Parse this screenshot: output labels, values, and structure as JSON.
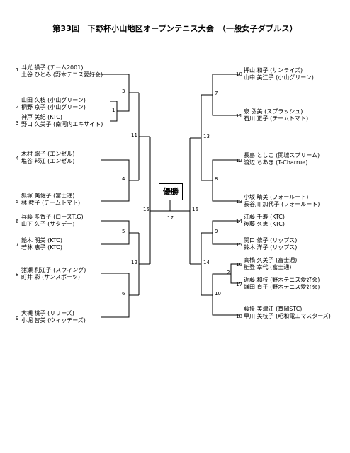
{
  "title": "第33回　下野杯小山地区オープンテニス大会　（一般女子ダブルス）",
  "champion_label": "優勝",
  "left": [
    {
      "seed": "1",
      "players": [
        "斗光 操子 (チーム2001)",
        "土谷 ひとみ (野木テニス愛好会)"
      ]
    },
    {
      "seed": "2",
      "players": [
        "山田 久枝 (小山グリーン)",
        "桐野 京子 (小山グリーン)"
      ]
    },
    {
      "seed": "3",
      "players": [
        "神戸 美紀 (KTC)",
        "野口 久美子 (南河内エキサイト)"
      ]
    },
    {
      "seed": "4",
      "players": [
        "木村 聡子 (エンゼル)",
        "塩谷 邦江 (エンゼル)"
      ]
    },
    {
      "seed": "5",
      "players": [
        "狐塚 美佐子 (富士通)",
        "林 教子 (チームトマト)"
      ]
    },
    {
      "seed": "6",
      "players": [
        "兵藤 多香子 (ローズT.G)",
        "山下 久子 (サタデー)"
      ]
    },
    {
      "seed": "7",
      "players": [
        "飴木 明美 (KTC)",
        "若林 恵子 (KTC)"
      ]
    },
    {
      "seed": "8",
      "players": [
        "猪瀬 利江子 (スウィング)",
        "町井 彩 (サンスポーツ)"
      ]
    },
    {
      "seed": "9",
      "players": [
        "大槻 桃子 (リリーズ)",
        "小堀 智美 (ウィッチーズ)"
      ]
    }
  ],
  "right": [
    {
      "seed": "10",
      "players": [
        "押山 和子 (サンライズ)",
        "山中 美江子 (小山グリーン)"
      ]
    },
    {
      "seed": "11",
      "players": [
        "泉 弘美 (スプラッシュ)",
        "石川 正子 (チームトマト)"
      ]
    },
    {
      "seed": "12",
      "players": [
        "長島 としこ (関城スプリーム)",
        "渡辺 ちあき (T-Charrue)"
      ]
    },
    {
      "seed": "13",
      "players": [
        "小坂 晴美 (フォールート)",
        "長谷川 加代子 (フォールート)"
      ]
    },
    {
      "seed": "14",
      "players": [
        "江藤 千寿 (KTC)",
        "後藤 久恵 (KTC)"
      ]
    },
    {
      "seed": "15",
      "players": [
        "関口 依子 (リップス)",
        "鈴木 洋子 (リップス)"
      ]
    },
    {
      "seed": "16",
      "players": [
        "高橋 久美子 (富士通)",
        "能登 幸代 (富士通)"
      ]
    },
    {
      "seed": "17",
      "players": [
        "近藤 和枝 (野木テニス愛好会)",
        "鎌田 貞子 (野木テニス愛好会)"
      ]
    },
    {
      "seed": "18",
      "players": [
        "藤掛 美津江 (真岡STC)",
        "早川 美枝子 (昭和電工マスターズ)"
      ]
    }
  ],
  "match_numbers": [
    "1",
    "2",
    "3",
    "4",
    "5",
    "6",
    "7",
    "8",
    "9",
    "10",
    "11",
    "12",
    "13",
    "14",
    "15",
    "16",
    "17"
  ]
}
